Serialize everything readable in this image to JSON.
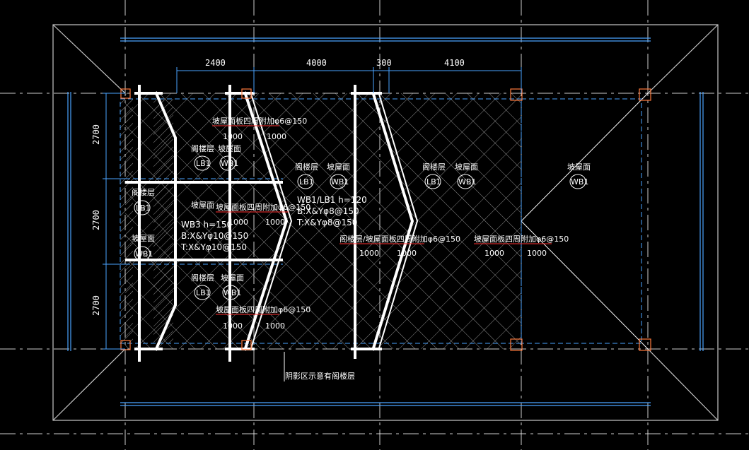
{
  "dimensions": {
    "top": [
      "2400",
      "4000",
      "300",
      "4100"
    ],
    "left": [
      "2700",
      "2700",
      "2700"
    ]
  },
  "labels": {
    "wb1": "WB1",
    "lb1": "LB1",
    "wb3": "WB3",
    "roof_face": "坡屋面",
    "loft_layer": "阁楼层",
    "rebar_note": "坡屋面板四周附加φ6@150",
    "rebar_note_b": "阁楼层/坡屋面板四周附加φ6@150",
    "len_1000": "1000",
    "wb3_h": "WB3  h=150",
    "wb3_b": "B:X&Yφ10@150",
    "wb3_t": "T:X&Yφ10@150",
    "wb1_h": "WB1/LB1  h=120",
    "wb1_b": "B:X&Yφ8@150",
    "wb1_t": "T:X&Yφ8@150",
    "shade_note": "阴影区示意有阁楼层"
  },
  "colors": {
    "background": "#000000",
    "slab_outline": "#ffffff",
    "hatch": "#c8c8c8",
    "dim_line": "#4aa3ff",
    "dashed_axis": "#ffffff",
    "red_leader": "#ff3030",
    "orange_col": "#ff7a3c",
    "outer_frame": "#c8c8c8"
  }
}
